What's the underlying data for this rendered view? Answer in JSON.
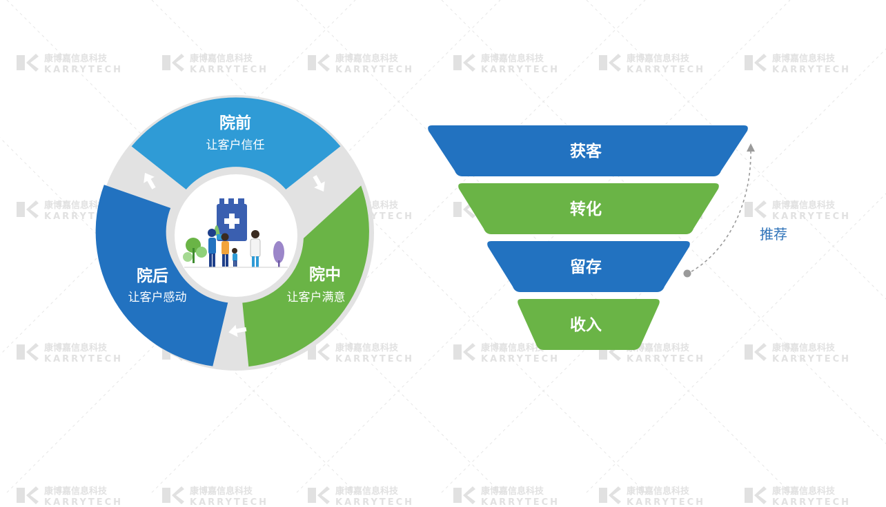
{
  "colors": {
    "blue_light": "#2f9bd6",
    "blue_dark": "#2272c0",
    "green": "#6ab446",
    "gray": "#e2e2e2",
    "accent_text": "#2f73b9"
  },
  "watermark": {
    "cn": "康博嘉信息科技",
    "en": "KARRYTECH"
  },
  "cycle": {
    "segments": [
      {
        "title": "院前",
        "subtitle": "让客户信任"
      },
      {
        "title": "院中",
        "subtitle": "让客户满意"
      },
      {
        "title": "院后",
        "subtitle": "让客户感动"
      }
    ],
    "center_icon": "hospital-family-illustration"
  },
  "funnel": {
    "stages": [
      {
        "label": "获客",
        "color": "blue"
      },
      {
        "label": "转化",
        "color": "green"
      },
      {
        "label": "留存",
        "color": "blue"
      },
      {
        "label": "收入",
        "color": "green"
      }
    ],
    "feedback_label": "推荐"
  }
}
